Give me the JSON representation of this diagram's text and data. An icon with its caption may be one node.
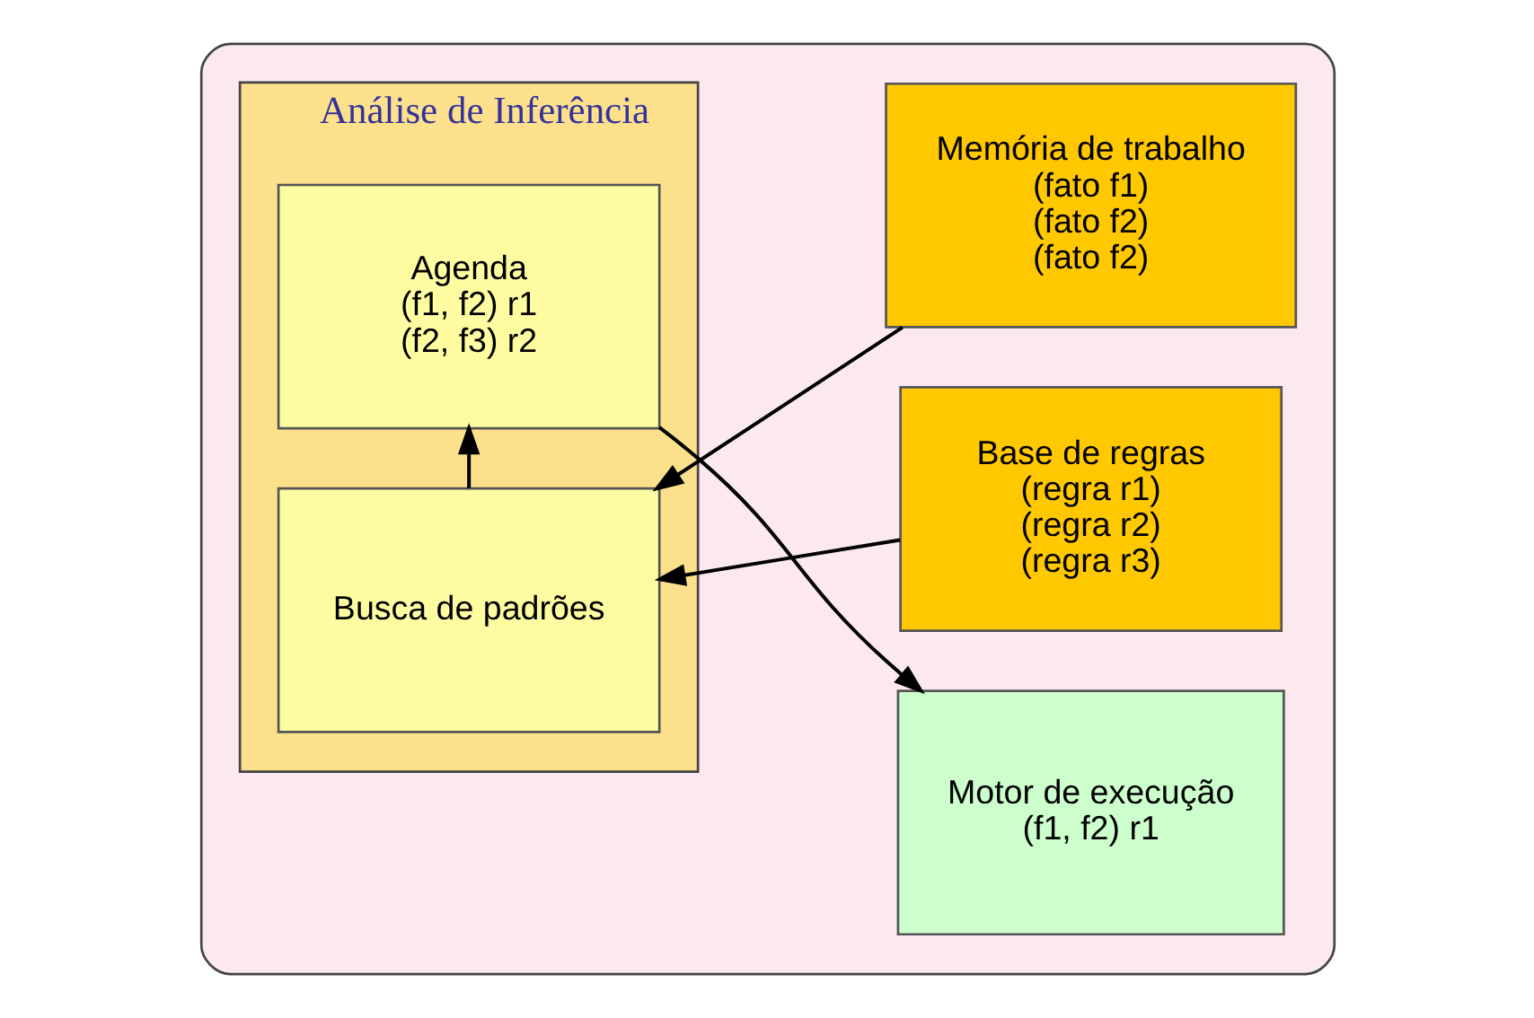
{
  "diagram": {
    "nodes": [
      {
        "text": [],
        "shape": "box"
      },
      {
        "text": [
          "Análise de Inferência"
        ],
        "in": 0
      },
      {
        "text": [
          "Busca de padrões"
        ],
        "in": 1
      },
      {
        "text": [
          "Agenda",
          "(f1, f2) r1",
          "(f2, f3) r2"
        ],
        "in": 1
      },
      {
        "text": [
          "Memória de trabalho",
          "(fato f1)",
          "(fato f2)",
          "(fato f2)"
        ],
        "in": 0
      },
      {
        "text": [
          "Base de regras",
          "(regra r1)",
          "(regra r2)",
          "(regra r3)"
        ],
        "in": 0
      },
      {
        "text": [
          "Motor de execução",
          "(f1, f2) r1"
        ],
        "in": 0
      }
    ],
    "edges": [
      {
        "from": 4,
        "to": 2,
        "arrow": "to"
      },
      {
        "from": 5,
        "to": 2,
        "arrow": "to"
      },
      {
        "from": 2,
        "to": 3,
        "arrow": "to"
      },
      {
        "from": 3,
        "to": 6,
        "arrow": "to"
      }
    ]
  }
}
